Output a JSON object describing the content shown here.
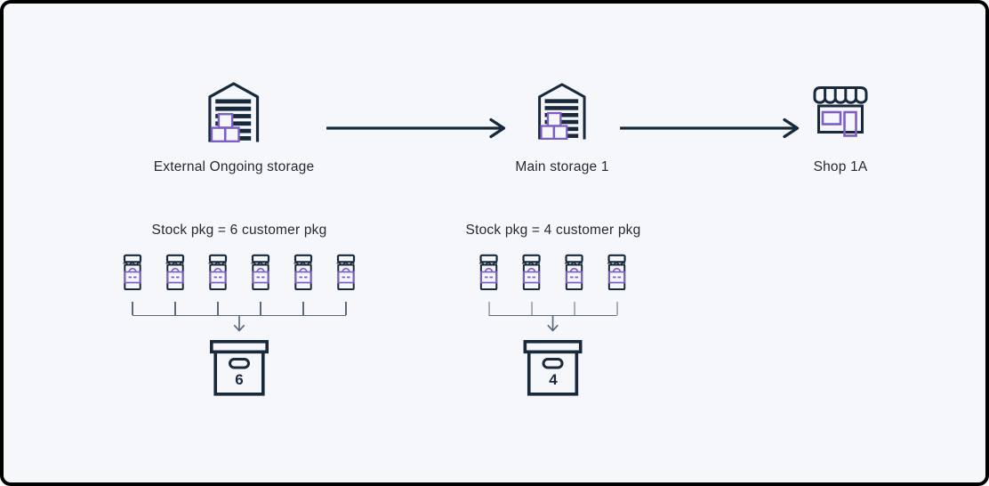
{
  "colors": {
    "navy": "#18293c",
    "purple": "#7d5ec6",
    "slate": "#5c6b7b",
    "text": "#232a33",
    "background": "#f6f7fb",
    "frame": "#000000"
  },
  "flow": {
    "nodes": [
      {
        "label": "External Ongoing storage",
        "icon": "warehouse-icon"
      },
      {
        "label": "Main storage 1",
        "icon": "warehouse-icon"
      },
      {
        "label": "Shop 1A",
        "icon": "shop-icon"
      }
    ]
  },
  "groups": [
    {
      "title": "Stock pkg = 6 customer pkg",
      "customer_pkg_count": 6,
      "box_label": "6"
    },
    {
      "title": "Stock pkg = 4 customer pkg",
      "customer_pkg_count": 4,
      "box_label": "4"
    }
  ]
}
